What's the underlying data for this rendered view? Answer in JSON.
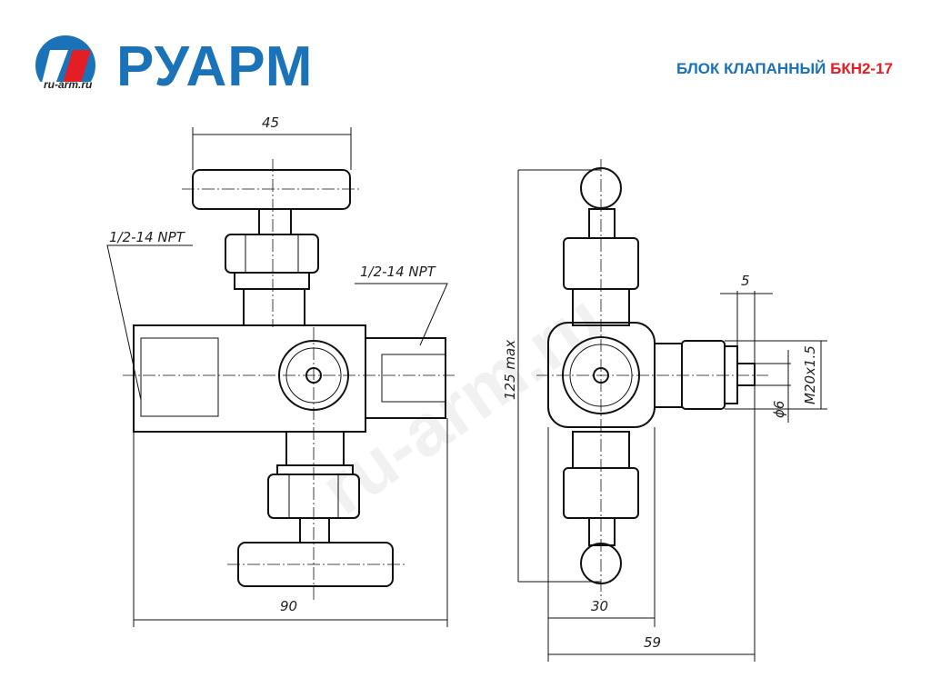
{
  "logo": {
    "brand": "РУАРМ",
    "url": "ru-arm.ru"
  },
  "title": {
    "prefix": "БЛОК КЛАПАННЫЙ",
    "code": "БКН2-17"
  },
  "watermark": "ru-arm.ru",
  "dimensions": {
    "handle_width": "45",
    "overall_length": "90",
    "thread_left": "1/2-14 NPT",
    "thread_right": "1/2-14 NPT",
    "height_max": "125 max",
    "body_width": "30",
    "overall_width": "59",
    "pin_length": "5",
    "pin_diameter": "ϕ6",
    "fitting_thread": "M20x1.5"
  },
  "colors": {
    "brand_blue": "#1a73b8",
    "brand_red": "#e31e24"
  }
}
